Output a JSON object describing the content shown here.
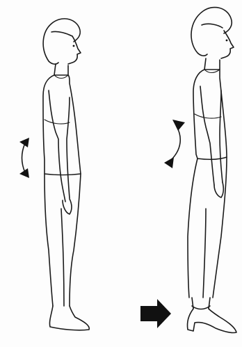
{
  "figures": [
    {
      "id": "flat-shoes",
      "footwear": "barefoot-flat",
      "curve_direction": "arrows-vertical"
    },
    {
      "id": "high-heels",
      "footwear": "high-heel",
      "curve_direction": "arrows-diagonal"
    }
  ],
  "indicators": {
    "arrow_color": "#111111",
    "line_color": "#1a1a1a",
    "background": "#fdfdfd"
  },
  "icons": [
    "curved-double-arrow-icon",
    "heel-pointer-arrow-icon"
  ]
}
